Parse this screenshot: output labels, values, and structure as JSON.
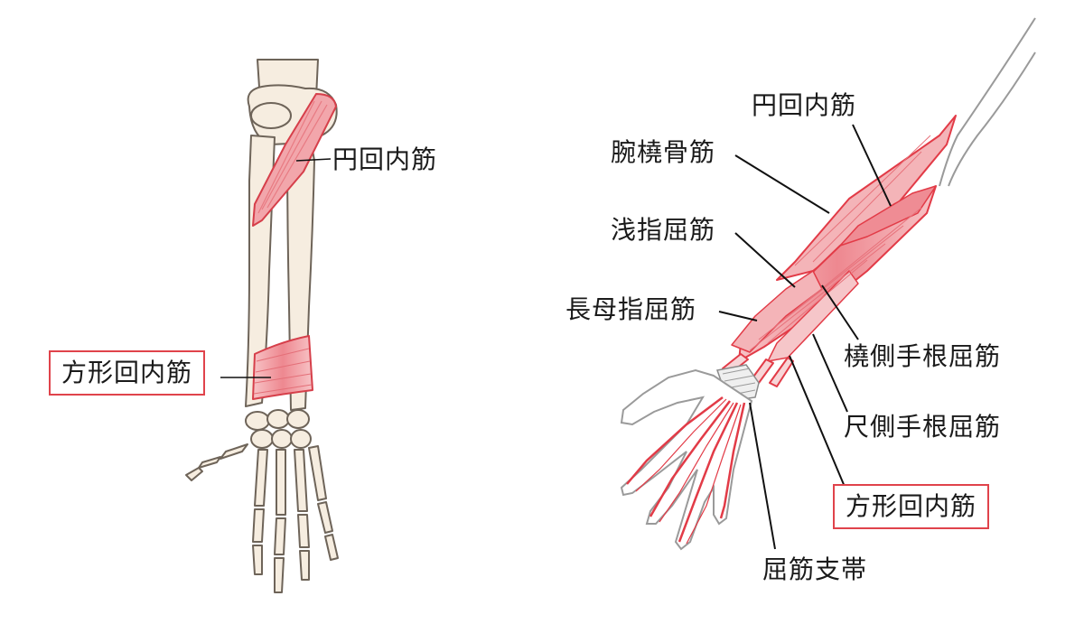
{
  "colors": {
    "bone_fill": "#f6ede0",
    "bone_stroke": "#6e6459",
    "muscle_fill": "#f2a6ab",
    "muscle_stroke": "#d63f4a",
    "muscle_deep": "#e23b47",
    "highlight_border": "#e0434b",
    "leader_line": "#111111"
  },
  "left_figure": {
    "label_pronator_teres": "円回内筋",
    "label_pronator_quadratus": "方形回内筋"
  },
  "right_figure": {
    "label_pronator_teres": "円回内筋",
    "label_brachioradialis": "腕橈骨筋",
    "label_fds": "浅指屈筋",
    "label_fpl": "長母指屈筋",
    "label_fcr": "橈側手根屈筋",
    "label_fcu": "尺側手根屈筋",
    "label_pronator_quadratus": "方形回内筋",
    "label_flexor_retinaculum": "屈筋支帯"
  }
}
